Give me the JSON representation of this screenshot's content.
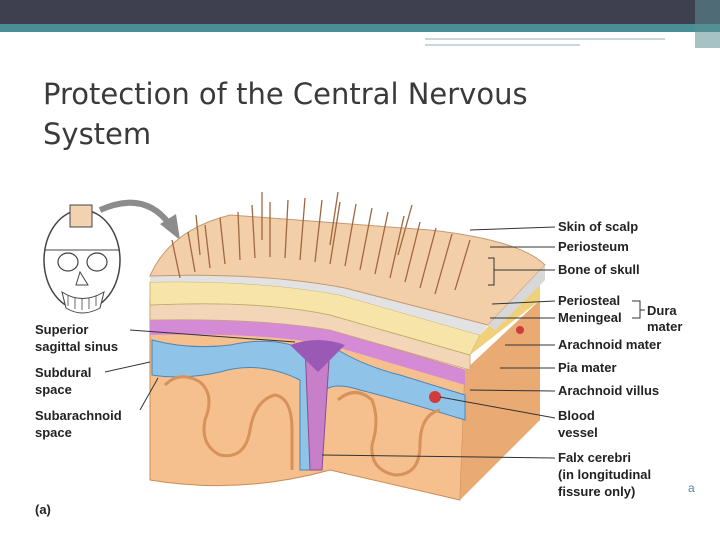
{
  "slide": {
    "title": "Protection of the Central Nervous System",
    "corner_mark": "a"
  },
  "figure": {
    "panel_label": "(a)",
    "labels_right": {
      "skin_of_scalp": "Skin of scalp",
      "periosteum": "Periosteum",
      "bone_of_skull": "Bone of skull",
      "periosteal": "Periosteal",
      "meningeal": "Meningeal",
      "dura_line1": "Dura",
      "dura_line2": "mater",
      "arachnoid_mater": "Arachnoid mater",
      "pia_mater": "Pia mater",
      "arachnoid_villus": "Arachnoid villus",
      "blood_vessel_line1": "Blood",
      "blood_vessel_line2": "vessel",
      "falx_line1": "Falx cerebri",
      "falx_line2": "(in longitudinal",
      "falx_line3": "fissure only)"
    },
    "labels_left": {
      "superior_line1": "Superior",
      "superior_line2": "sagittal sinus",
      "subdural_line1": "Subdural",
      "subdural_line2": "space",
      "subarachnoid_line1": "Subarachnoid",
      "subarachnoid_line2": "space"
    },
    "colors": {
      "skin": "#f2cfa8",
      "hair": "#a06840",
      "periosteum": "#e2e2e2",
      "bone": "#f6e4a8",
      "dura": "#f3d6b8",
      "arachnoid": "#d58ad6",
      "subarachnoid": "#8fc4e8",
      "brain": "#f5c08d",
      "vessel_red": "#d23b3b"
    }
  }
}
